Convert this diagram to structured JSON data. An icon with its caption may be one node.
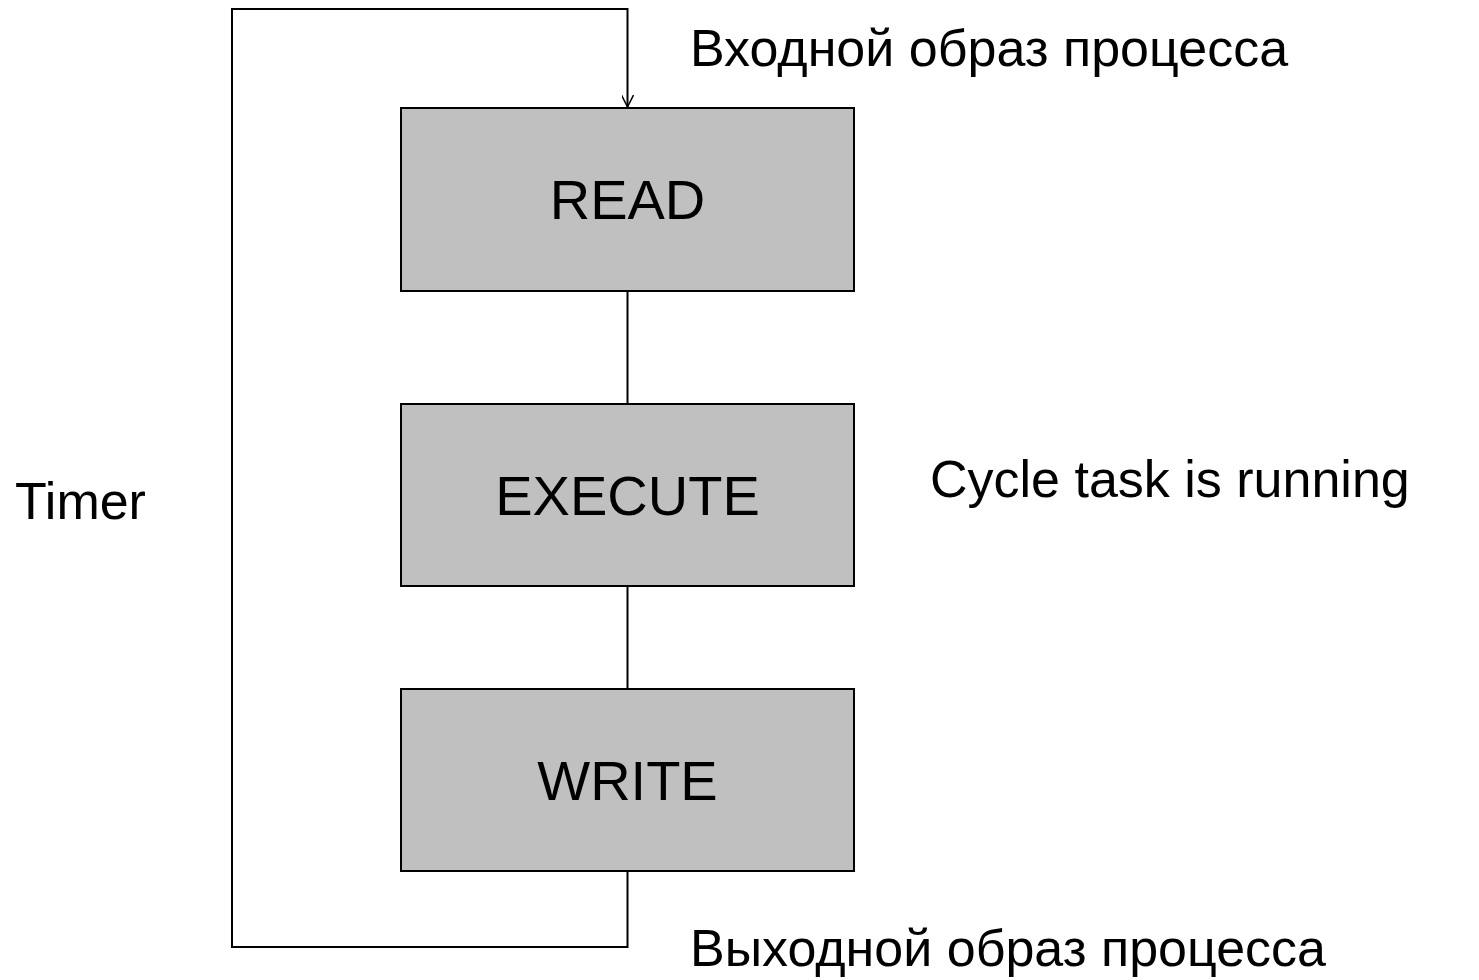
{
  "diagram": {
    "nodes": [
      {
        "text": [
          "READ"
        ]
      },
      {
        "text": [
          "EXECUTE"
        ]
      },
      {
        "text": [
          "WRITE"
        ]
      }
    ],
    "edges": [
      {
        "from": 0,
        "to": 1,
        "arrow": "none"
      },
      {
        "from": 1,
        "to": 2,
        "arrow": "none"
      },
      {
        "from": 2,
        "to": 0,
        "arrow": "to"
      }
    ],
    "labels": [
      "Входной образ процесса",
      "Timer",
      "Cycle task is running",
      "Выходной образ процесса"
    ]
  }
}
